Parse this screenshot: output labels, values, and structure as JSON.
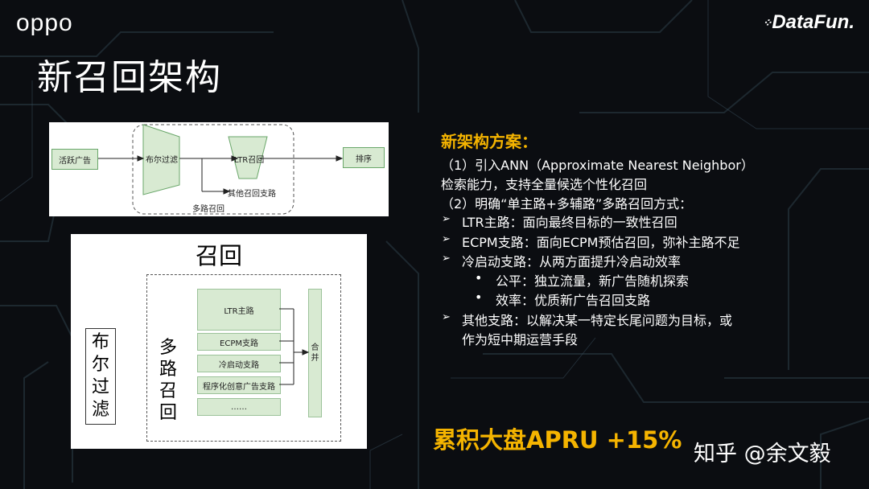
{
  "header": {
    "brand_left": "oppo",
    "brand_right": "DataFun.",
    "title": "新召回架构"
  },
  "diagram1": {
    "active_ads": "活跃广告",
    "bool_filter": "布尔过滤",
    "ltr_recall": "LTR召回",
    "ranking": "排序",
    "other_recall": "其他召回支路",
    "multi_recall": "多路召回"
  },
  "diagram2": {
    "title": "召回",
    "bool_filter": [
      "布",
      "尔",
      "过",
      "滤"
    ],
    "multi_recall": [
      "多",
      "路",
      "召",
      "回"
    ],
    "branches": [
      "LTR主路",
      "ECPM支路",
      "冷启动支路",
      "程序化创意广告支路",
      "……"
    ],
    "merge": [
      "合",
      "并"
    ]
  },
  "scheme": {
    "title": "新架构方案：",
    "lines": [
      "（1）引入ANN（Approximate Nearest Neighbor）",
      "检索能力，支持全量候选个性化召回",
      "（2）明确“单主路+多辅路”多路召回方式：",
      "LTR主路：面向最终目标的一致性召回",
      "ECPM支路：面向ECPM预估召回，弥补主路不足",
      "冷启动支路：从两方面提升冷启动效率",
      "公平：独立流量，新广告随机探索",
      "效率：优质新广告召回支路",
      "其他支路：以解决某一特定长尾问题为目标，或",
      "作为短中期运营手段"
    ],
    "arrow_bullet": "➢",
    "dot_bullet": "•"
  },
  "result": "累积大盘APRU +15%",
  "watermark": "知乎 @余文毅",
  "colors": {
    "accent": "#f5b400",
    "box_fill": "#d8ead2",
    "box_border": "#6aa76a",
    "background": "#0b0d11"
  }
}
